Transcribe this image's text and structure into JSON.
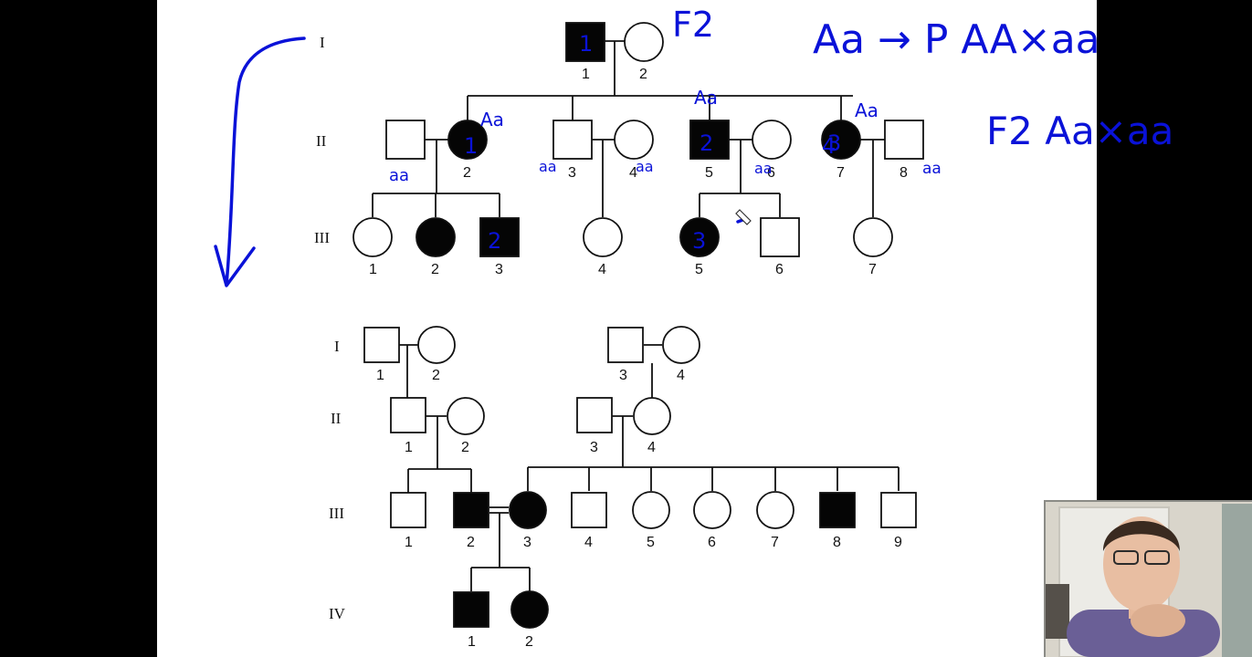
{
  "colors": {
    "ink": "#0a12d8",
    "board": "#ffffff",
    "background": "#000000"
  },
  "pedigree_top": {
    "generation_labels": [
      "I",
      "II",
      "III"
    ],
    "individuals": [
      {
        "gen": "I",
        "num": "1",
        "sex": "male",
        "affected": true
      },
      {
        "gen": "I",
        "num": "2",
        "sex": "female",
        "affected": false
      },
      {
        "gen": "II",
        "num": "1",
        "sex": "male",
        "affected": false
      },
      {
        "gen": "II",
        "num": "2",
        "sex": "female",
        "affected": true
      },
      {
        "gen": "II",
        "num": "3",
        "sex": "male",
        "affected": false
      },
      {
        "gen": "II",
        "num": "4",
        "sex": "female",
        "affected": false
      },
      {
        "gen": "II",
        "num": "5",
        "sex": "male",
        "affected": true
      },
      {
        "gen": "II",
        "num": "6",
        "sex": "female",
        "affected": false
      },
      {
        "gen": "II",
        "num": "7",
        "sex": "female",
        "affected": true
      },
      {
        "gen": "II",
        "num": "8",
        "sex": "male",
        "affected": false
      },
      {
        "gen": "III",
        "num": "1",
        "sex": "female",
        "affected": false
      },
      {
        "gen": "III",
        "num": "2",
        "sex": "female",
        "affected": true
      },
      {
        "gen": "III",
        "num": "3",
        "sex": "male",
        "affected": true
      },
      {
        "gen": "III",
        "num": "4",
        "sex": "female",
        "affected": false
      },
      {
        "gen": "III",
        "num": "5",
        "sex": "female",
        "affected": true
      },
      {
        "gen": "III",
        "num": "6",
        "sex": "male",
        "affected": false
      },
      {
        "gen": "III",
        "num": "7",
        "sex": "female",
        "affected": false
      }
    ]
  },
  "pedigree_bottom": {
    "generation_labels": [
      "I",
      "II",
      "III",
      "IV"
    ],
    "individuals": [
      {
        "gen": "I",
        "num": "1",
        "sex": "male",
        "affected": false
      },
      {
        "gen": "I",
        "num": "2",
        "sex": "female",
        "affected": false
      },
      {
        "gen": "I",
        "num": "3",
        "sex": "male",
        "affected": false
      },
      {
        "gen": "I",
        "num": "4",
        "sex": "female",
        "affected": false
      },
      {
        "gen": "II",
        "num": "1",
        "sex": "male",
        "affected": false
      },
      {
        "gen": "II",
        "num": "2",
        "sex": "female",
        "affected": false
      },
      {
        "gen": "II",
        "num": "3",
        "sex": "male",
        "affected": false
      },
      {
        "gen": "II",
        "num": "4",
        "sex": "female",
        "affected": false
      },
      {
        "gen": "III",
        "num": "1",
        "sex": "male",
        "affected": false
      },
      {
        "gen": "III",
        "num": "2",
        "sex": "male",
        "affected": true
      },
      {
        "gen": "III",
        "num": "3",
        "sex": "female",
        "affected": true
      },
      {
        "gen": "III",
        "num": "4",
        "sex": "male",
        "affected": false
      },
      {
        "gen": "III",
        "num": "5",
        "sex": "female",
        "affected": false
      },
      {
        "gen": "III",
        "num": "6",
        "sex": "female",
        "affected": false
      },
      {
        "gen": "III",
        "num": "7",
        "sex": "female",
        "affected": false
      },
      {
        "gen": "III",
        "num": "8",
        "sex": "male",
        "affected": true
      },
      {
        "gen": "III",
        "num": "9",
        "sex": "male",
        "affected": false
      },
      {
        "gen": "IV",
        "num": "1",
        "sex": "male",
        "affected": true
      },
      {
        "gen": "IV",
        "num": "2",
        "sex": "female",
        "affected": true
      }
    ]
  },
  "annotations": {
    "f2": "F2",
    "rule_top": "Aa → P  AA×aa",
    "rule_bottom": "F2  Aa×aa",
    "genotypes": [
      "Aa",
      "Aa",
      "Aa",
      "aa",
      "aa",
      "aa",
      "aa",
      "aa"
    ],
    "symbol_numbers": [
      "1",
      "1",
      "2",
      "3",
      "4",
      "2",
      "3"
    ]
  }
}
